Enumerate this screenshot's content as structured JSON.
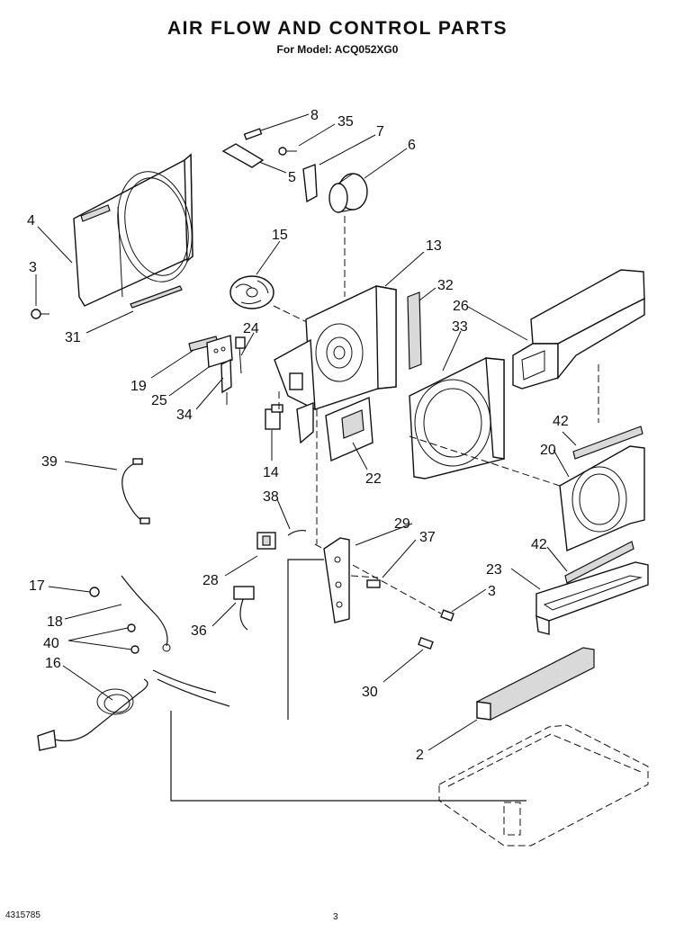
{
  "header": {
    "title": "AIR FLOW AND CONTROL PARTS",
    "subtitle": "For Model: ACQ052XG0"
  },
  "footer": {
    "doc_number": "4315785",
    "page_number": "3"
  },
  "callouts": {
    "c2": "2",
    "c3a": "3",
    "c3b": "3",
    "c4": "4",
    "c5": "5",
    "c6": "6",
    "c7": "7",
    "c8": "8",
    "c13": "13",
    "c14": "14",
    "c15": "15",
    "c16": "16",
    "c17": "17",
    "c18": "18",
    "c19": "19",
    "c20": "20",
    "c22": "22",
    "c23": "23",
    "c24": "24",
    "c25": "25",
    "c26": "26",
    "c28": "28",
    "c29": "29",
    "c30": "30",
    "c31": "31",
    "c32": "32",
    "c33": "33",
    "c34": "34",
    "c35": "35",
    "c36": "36",
    "c37": "37",
    "c38": "38",
    "c39": "39",
    "c40": "40",
    "c42a": "42",
    "c42b": "42"
  }
}
